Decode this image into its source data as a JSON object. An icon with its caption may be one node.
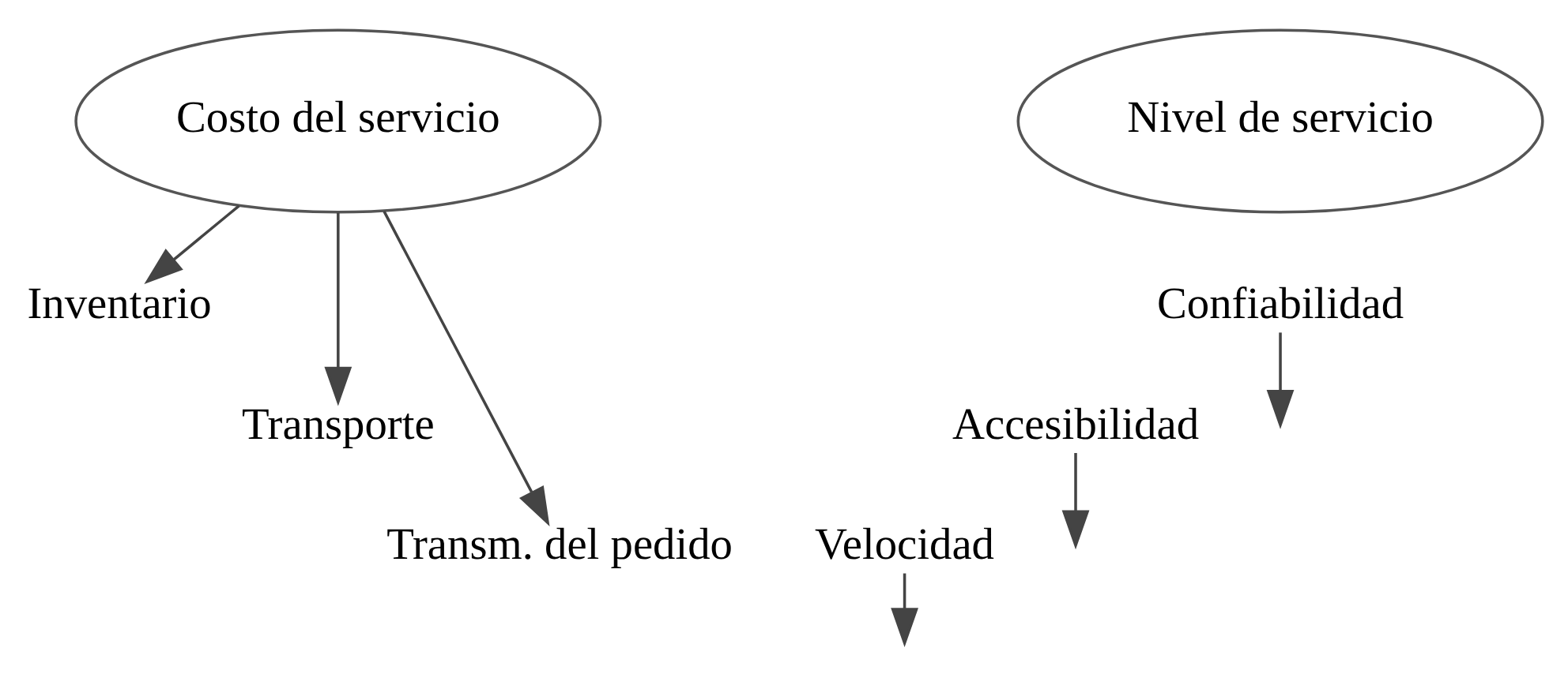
{
  "diagram": {
    "nodes": [
      {
        "text": [
          "Costo del servicio"
        ]
      },
      {
        "text": [
          "Nivel de servicio"
        ]
      },
      {
        "text": [
          "Inventario"
        ]
      },
      {
        "text": [
          "Transporte"
        ]
      },
      {
        "text": [
          "Transm. del pedido"
        ]
      },
      {
        "text": [
          "Confiabilidad"
        ]
      },
      {
        "text": [
          "Accesibilidad"
        ]
      },
      {
        "text": [
          "Velocidad"
        ]
      }
    ],
    "edges": [
      {
        "from": 0,
        "to": 2,
        "arrow": "to"
      },
      {
        "from": 0,
        "to": 3,
        "arrow": "to"
      },
      {
        "from": 0,
        "to": 4,
        "arrow": "to"
      },
      {
        "from": 5,
        "to": null,
        "arrow": "to"
      },
      {
        "from": 6,
        "to": null,
        "arrow": "to"
      },
      {
        "from": 7,
        "to": null,
        "arrow": "to"
      }
    ]
  }
}
